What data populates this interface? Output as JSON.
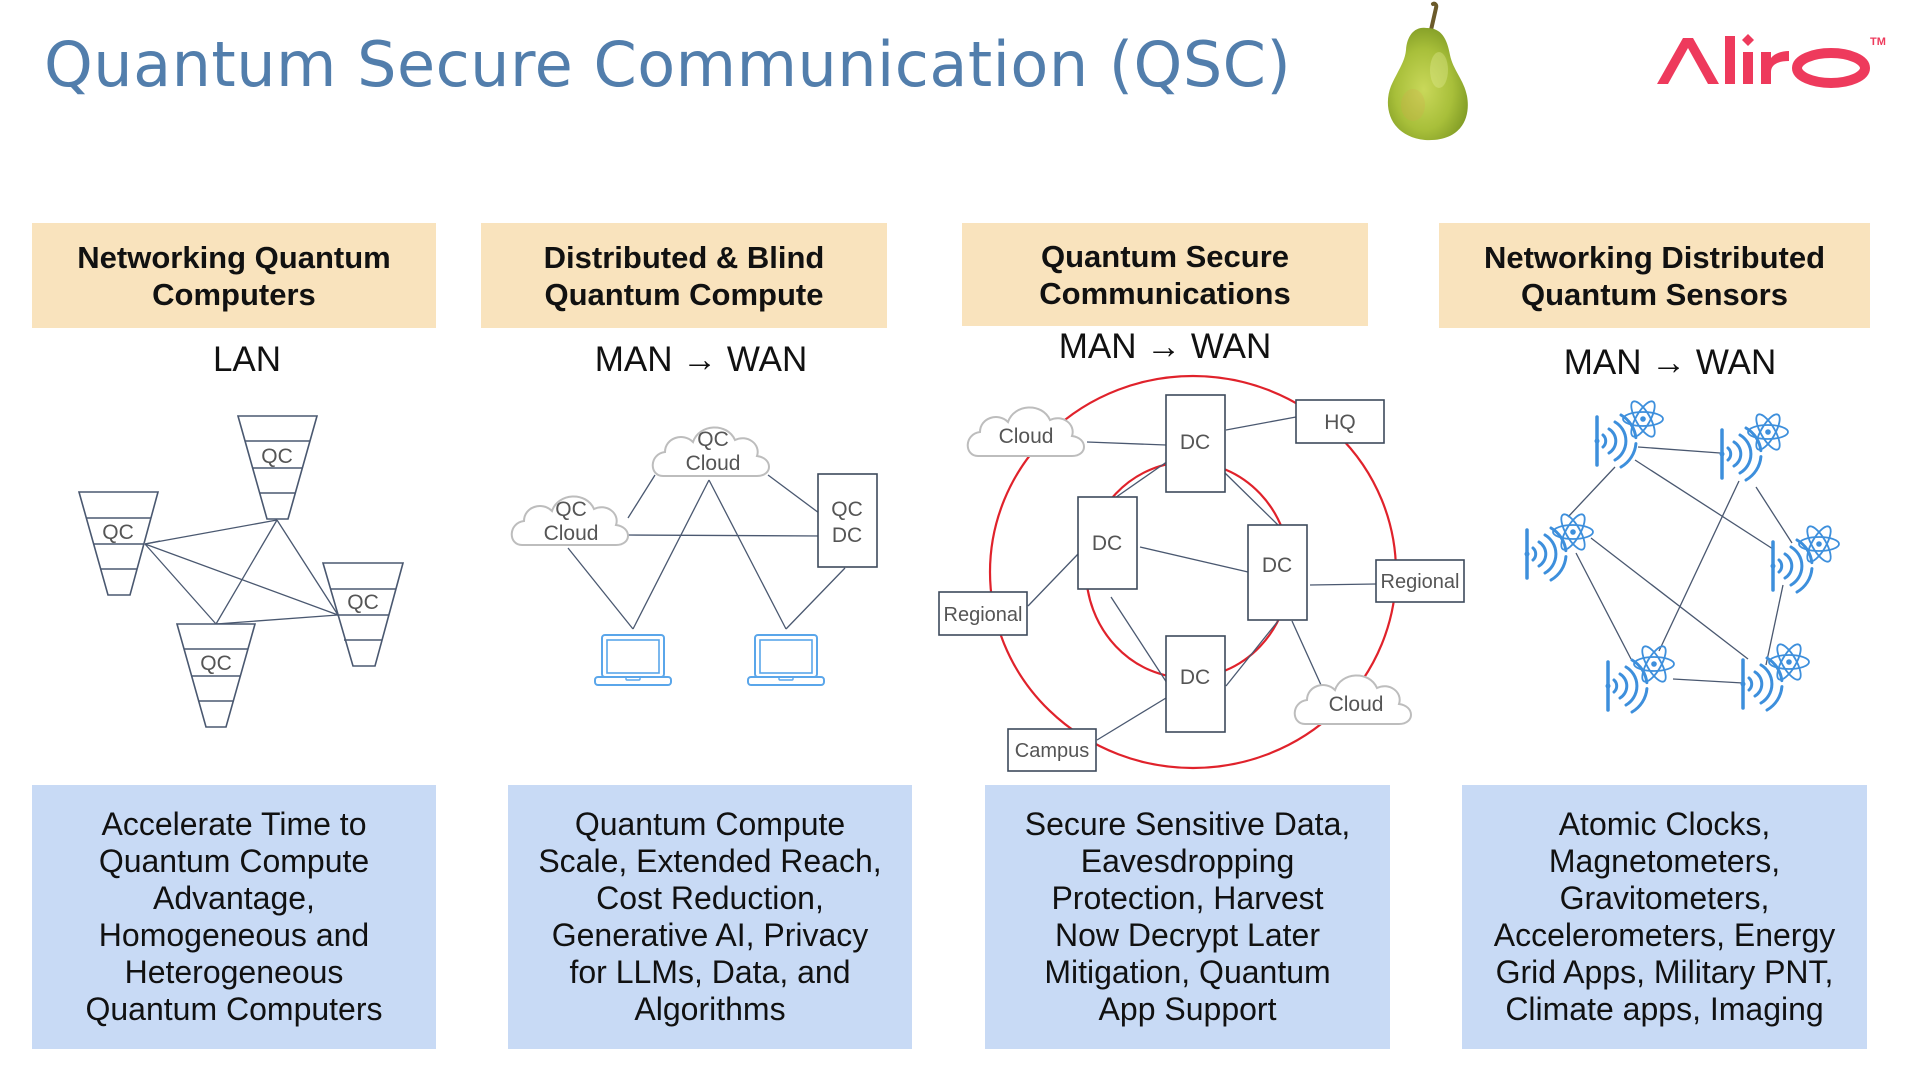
{
  "title": "Quantum Secure Communication (QSC)",
  "logo": {
    "text": "Aliro",
    "tm": "TM",
    "color": "#ee3a5c"
  },
  "pear_image": "pear-icon",
  "colors": {
    "title": "#527eac",
    "header_bg": "#f9e3bd",
    "desc_bg": "#c8daf5",
    "ring_red": "#e0222b",
    "link": "#4a5870",
    "device_blue": "#3d8fdc"
  },
  "columns": [
    {
      "header": [
        "Networking Quantum",
        "Computers"
      ],
      "scope": "LAN",
      "description": [
        "Accelerate Time to",
        "Quantum Compute",
        "Advantage,",
        "Homogeneous and",
        "Heterogeneous",
        "Quantum Computers"
      ],
      "diagram": {
        "nodes": [
          "QC",
          "QC",
          "QC",
          "QC"
        ]
      }
    },
    {
      "header": [
        "Distributed & Blind",
        "Quantum Compute"
      ],
      "scope": "MAN → WAN",
      "description": [
        "Quantum Compute",
        "Scale, Extended Reach,",
        "Cost Reduction,",
        "Generative AI, Privacy",
        "for LLMs, Data, and",
        "Algorithms"
      ],
      "diagram": {
        "clouds": [
          [
            "QC",
            "Cloud"
          ],
          [
            "QC",
            "Cloud"
          ]
        ],
        "dc": [
          "QC",
          "DC"
        ],
        "laptops": [
          "laptop-icon",
          "laptop-icon"
        ]
      }
    },
    {
      "header": [
        "Quantum Secure",
        "Communications"
      ],
      "scope": "MAN → WAN",
      "description": [
        "Secure Sensitive Data,",
        "Eavesdropping",
        "Protection, Harvest",
        "Now Decrypt Later",
        "Mitigation, Quantum",
        "App Support"
      ],
      "diagram": {
        "dcs": [
          "DC",
          "DC",
          "DC",
          "DC"
        ],
        "hq": "HQ",
        "regional_left": "Regional",
        "regional_right": "Regional",
        "campus": "Campus",
        "cloud_top": "Cloud",
        "cloud_bottom": "Cloud"
      }
    },
    {
      "header": [
        "Networking Distributed",
        "Quantum Sensors"
      ],
      "scope": "MAN → WAN",
      "description": [
        "Atomic Clocks,",
        "Magnetometers,",
        "Gravitometers,",
        "Accelerometers, Energy",
        "Grid Apps, Military PNT,",
        "Climate apps, Imaging"
      ],
      "diagram": {
        "sensor_count": 6,
        "sensor_icon": "quantum-sensor-icon"
      }
    }
  ]
}
